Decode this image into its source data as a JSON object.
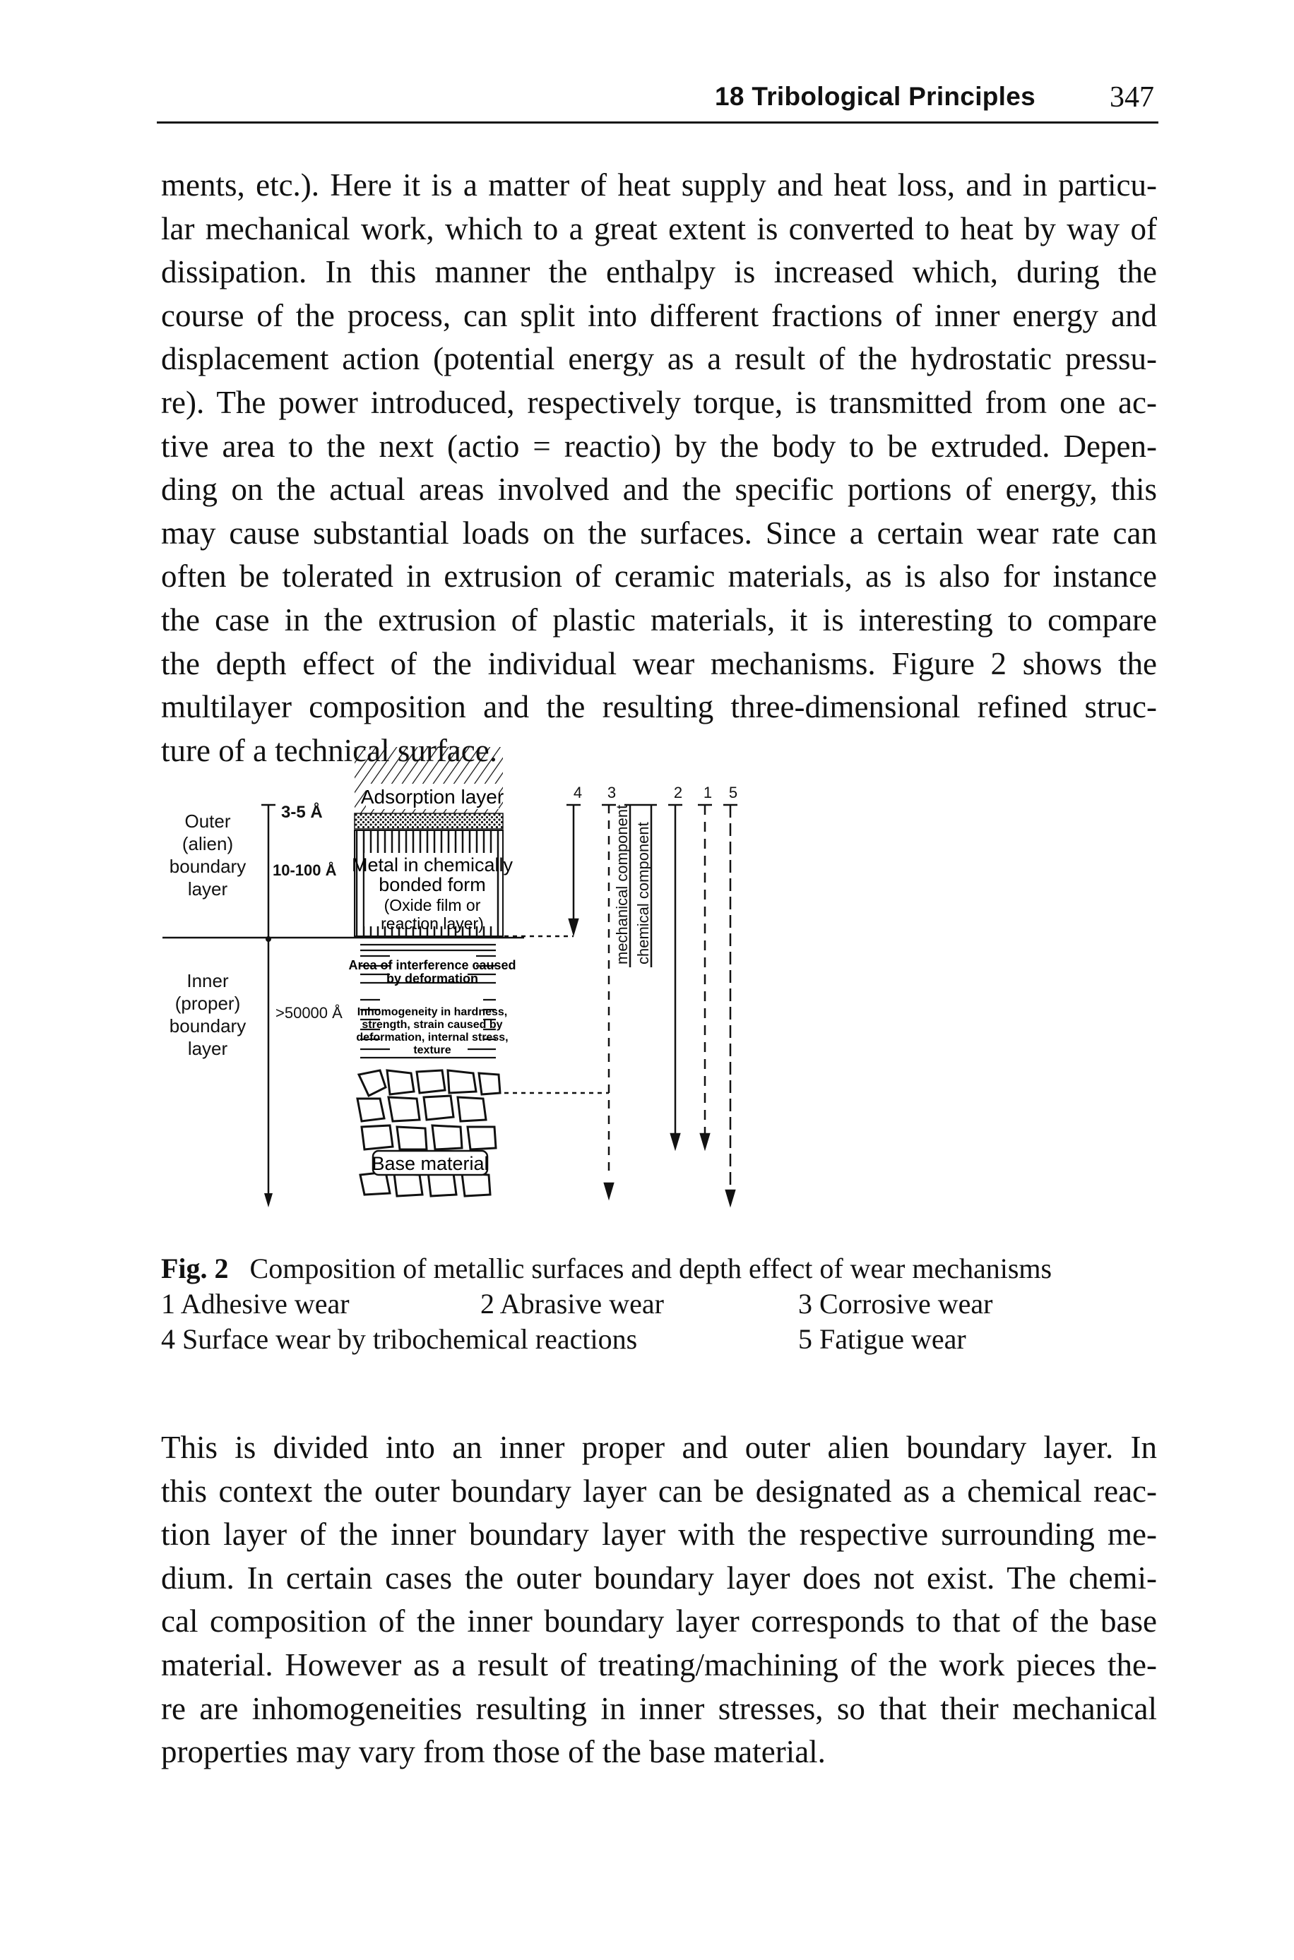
{
  "header": {
    "title": "18 Tribological Principles",
    "page_number": "347"
  },
  "paragraph1": [
    "ments, etc.). Here it is a matter of heat supply and heat loss, and in particu-",
    "lar mechanical work, which to a great extent is converted to heat by way of",
    "dissipation. In this manner the enthalpy is increased which, during the",
    "course of the process, can split into different fractions of inner energy and",
    "displacement action (potential energy as a result of the hydrostatic pressu-",
    "re). The power introduced, respectively torque, is transmitted from one ac-",
    "tive area to the next (actio = reactio) by the body to be extruded. Depen-",
    "ding on the actual areas involved and the specific portions of energy, this",
    "may cause substantial loads on the surfaces. Since a certain wear rate can",
    "often be tolerated in extrusion of ceramic materials, as is also for instance",
    "the case in the extrusion of plastic materials, it is interesting to compare",
    "the depth effect of the individual wear mechanisms. Figure 2 shows the",
    "multilayer composition and the resulting three-dimensional refined struc-",
    "ture of a technical surface."
  ],
  "figure": {
    "left_labels": {
      "outer": [
        "Outer",
        "(alien)",
        "boundary",
        "layer"
      ],
      "inner": [
        "Inner",
        "(proper)",
        "boundary",
        "layer"
      ]
    },
    "thickness": {
      "t1": "3-5 Å",
      "t2": "10-100 Å",
      "t3": ">50000 Å"
    },
    "layers": {
      "adsorption": "Adsorption layer",
      "metal_line1": "Metal in chemically",
      "metal_line2": "bonded form",
      "metal_line3": "(Oxide film or",
      "metal_line4": "reaction layer)",
      "interference1": "Area of interference caused",
      "interference2": "by deformation",
      "inhom1": "Inhomogeneity in hardness,",
      "inhom2": "strength, strain caused by",
      "inhom3": "deformation, internal stress,",
      "inhom4": "texture",
      "base": "Base material"
    },
    "components": {
      "mechanical": "mechanical component",
      "chemical": "chemical component"
    },
    "column_numbers": [
      "4",
      "3",
      "2",
      "1",
      "5"
    ]
  },
  "caption": {
    "fig_label": "Fig. 2",
    "title": "Composition of metallic surfaces and depth effect of wear mechanisms",
    "items": {
      "i1": "1 Adhesive wear",
      "i2": "2 Abrasive wear",
      "i3": "3 Corrosive wear",
      "i4": "4 Surface wear by tribochemical reactions",
      "i5": "5 Fatigue wear"
    }
  },
  "paragraph2": [
    "This is divided into an inner proper and outer alien boundary layer. In",
    "this context the outer boundary layer can be designated as a chemical reac-",
    "tion layer of the inner boundary layer with the respective surrounding me-",
    "dium. In certain cases the outer boundary layer does not exist. The chemi-",
    "cal composition of the inner boundary layer corresponds to that of the base",
    "material. However as a result of treating/machining of the work pieces the-",
    "re are inhomogeneities resulting in inner stresses, so that their mechanical",
    "properties may vary from those of the base material."
  ]
}
